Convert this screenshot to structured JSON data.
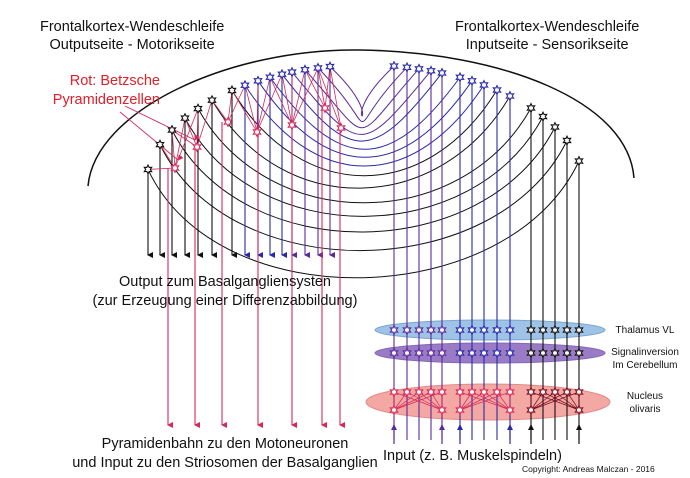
{
  "titles": {
    "left_line1": "Frontalkortex-Wendeschleife",
    "left_line2": "Outputseite - Motorikseite",
    "right_line1": "Frontalkortex-Wendeschleife",
    "right_line2": "Inputseite - Sensorikseite"
  },
  "red_label": {
    "line1": "Rot: Betzsche",
    "line2": "Pyramidenzellen"
  },
  "output_label": {
    "line1": "Output zum Basalgangliensysten",
    "line2": "(zur Erzeugung einer Differenzabbildung)"
  },
  "layers": {
    "thalamus": "Thalamus VL",
    "cerebellum_line1": "Signalinversion",
    "cerebellum_line2": "Im Cerebellum",
    "olive_line1": "Nucleus",
    "olive_line2": "olivaris"
  },
  "pyramid_label": {
    "line1": "Pyramidenbahn zu den Motoneuronen",
    "line2": "und Input zu den Striosomen der Basalganglien"
  },
  "input_label": "Input (z. B. Muskelspindeln)",
  "copyright": "Copyright: Andreas Malczan - 2016",
  "colors": {
    "black": "#111111",
    "blue": "#2a2aa8",
    "purple": "#5a2a9a",
    "red": "#d42a5a",
    "thalamus": "#9fc3e6",
    "cerebellum": "#9a7cc6",
    "olive": "#f4a8a4"
  }
}
